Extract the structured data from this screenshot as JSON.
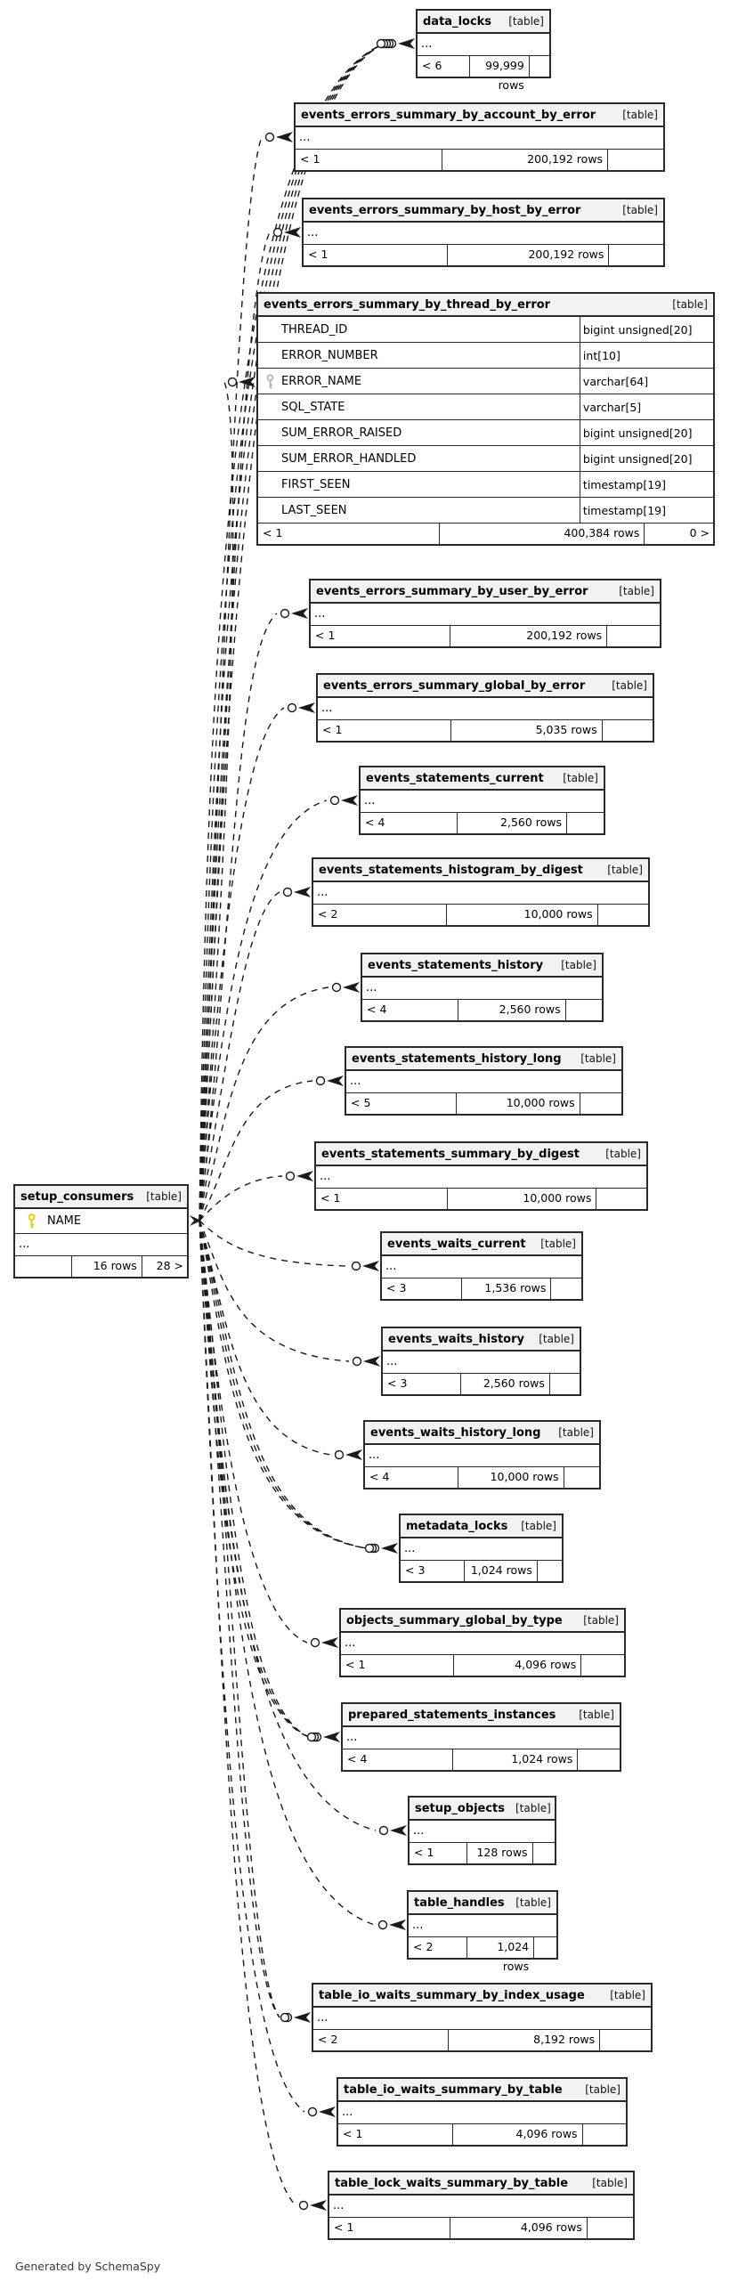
{
  "footer_note": "Generated by SchemaSpy",
  "colors": {
    "header_bg": "#f2f2f2",
    "border": "#2a2a2a",
    "primary_key": "#e3d200",
    "foreign_key": "#b9b9b9",
    "line": "#1a1a1a"
  },
  "main_table": {
    "name": "setup_consumers",
    "badge": "[table]",
    "columns": [
      {
        "name": "NAME",
        "key": "primary-key-icon"
      }
    ],
    "more_row": "...",
    "footer": {
      "left": "",
      "center": "16 rows",
      "right": "28 >"
    }
  },
  "tables": [
    {
      "name": "data_locks",
      "badge": "[table]",
      "more_row": "...",
      "footer": {
        "left": "< 6",
        "center": "99,999 rows",
        "right": ""
      }
    },
    {
      "name": "events_errors_summary_by_account_by_error",
      "badge": "[table]",
      "more_row": "...",
      "footer": {
        "left": "< 1",
        "center": "200,192 rows",
        "right": ""
      }
    },
    {
      "name": "events_errors_summary_by_host_by_error",
      "badge": "[table]",
      "more_row": "...",
      "footer": {
        "left": "< 1",
        "center": "200,192 rows",
        "right": ""
      }
    },
    {
      "name": "events_errors_summary_by_thread_by_error",
      "badge": "[table]",
      "columns": [
        {
          "name": "THREAD_ID",
          "type": "bigint unsigned[20]",
          "key": ""
        },
        {
          "name": "ERROR_NUMBER",
          "type": "int[10]",
          "key": ""
        },
        {
          "name": "ERROR_NAME",
          "type": "varchar[64]",
          "key": "foreign-key-icon"
        },
        {
          "name": "SQL_STATE",
          "type": "varchar[5]",
          "key": ""
        },
        {
          "name": "SUM_ERROR_RAISED",
          "type": "bigint unsigned[20]",
          "key": ""
        },
        {
          "name": "SUM_ERROR_HANDLED",
          "type": "bigint unsigned[20]",
          "key": ""
        },
        {
          "name": "FIRST_SEEN",
          "type": "timestamp[19]",
          "key": ""
        },
        {
          "name": "LAST_SEEN",
          "type": "timestamp[19]",
          "key": ""
        }
      ],
      "footer": {
        "left": "< 1",
        "center": "400,384 rows",
        "right": "0 >"
      }
    },
    {
      "name": "events_errors_summary_by_user_by_error",
      "badge": "[table]",
      "more_row": "...",
      "footer": {
        "left": "< 1",
        "center": "200,192 rows",
        "right": ""
      }
    },
    {
      "name": "events_errors_summary_global_by_error",
      "badge": "[table]",
      "more_row": "...",
      "footer": {
        "left": "< 1",
        "center": "5,035 rows",
        "right": ""
      }
    },
    {
      "name": "events_statements_current",
      "badge": "[table]",
      "more_row": "...",
      "footer": {
        "left": "< 4",
        "center": "2,560 rows",
        "right": ""
      }
    },
    {
      "name": "events_statements_histogram_by_digest",
      "badge": "[table]",
      "more_row": "...",
      "footer": {
        "left": "< 2",
        "center": "10,000 rows",
        "right": ""
      }
    },
    {
      "name": "events_statements_history",
      "badge": "[table]",
      "more_row": "...",
      "footer": {
        "left": "< 4",
        "center": "2,560 rows",
        "right": ""
      }
    },
    {
      "name": "events_statements_history_long",
      "badge": "[table]",
      "more_row": "...",
      "footer": {
        "left": "< 5",
        "center": "10,000 rows",
        "right": ""
      }
    },
    {
      "name": "events_statements_summary_by_digest",
      "badge": "[table]",
      "more_row": "...",
      "footer": {
        "left": "< 1",
        "center": "10,000 rows",
        "right": ""
      }
    },
    {
      "name": "events_waits_current",
      "badge": "[table]",
      "more_row": "...",
      "footer": {
        "left": "< 3",
        "center": "1,536 rows",
        "right": ""
      }
    },
    {
      "name": "events_waits_history",
      "badge": "[table]",
      "more_row": "...",
      "footer": {
        "left": "< 3",
        "center": "2,560 rows",
        "right": ""
      }
    },
    {
      "name": "events_waits_history_long",
      "badge": "[table]",
      "more_row": "...",
      "footer": {
        "left": "< 4",
        "center": "10,000 rows",
        "right": ""
      }
    },
    {
      "name": "metadata_locks",
      "badge": "[table]",
      "more_row": "...",
      "footer": {
        "left": "< 3",
        "center": "1,024 rows",
        "right": ""
      }
    },
    {
      "name": "objects_summary_global_by_type",
      "badge": "[table]",
      "more_row": "...",
      "footer": {
        "left": "< 1",
        "center": "4,096 rows",
        "right": ""
      }
    },
    {
      "name": "prepared_statements_instances",
      "badge": "[table]",
      "more_row": "...",
      "footer": {
        "left": "< 4",
        "center": "1,024 rows",
        "right": ""
      }
    },
    {
      "name": "setup_objects",
      "badge": "[table]",
      "more_row": "...",
      "footer": {
        "left": "< 1",
        "center": "128 rows",
        "right": ""
      }
    },
    {
      "name": "table_handles",
      "badge": "[table]",
      "more_row": "...",
      "footer": {
        "left": "< 2",
        "center": "1,024 rows",
        "right": ""
      }
    },
    {
      "name": "table_io_waits_summary_by_index_usage",
      "badge": "[table]",
      "more_row": "...",
      "footer": {
        "left": "< 2",
        "center": "8,192 rows",
        "right": ""
      }
    },
    {
      "name": "table_io_waits_summary_by_table",
      "badge": "[table]",
      "more_row": "...",
      "footer": {
        "left": "< 1",
        "center": "4,096 rows",
        "right": ""
      }
    },
    {
      "name": "table_lock_waits_summary_by_table",
      "badge": "[table]",
      "more_row": "...",
      "footer": {
        "left": "< 1",
        "center": "4,096 rows",
        "right": ""
      }
    }
  ]
}
